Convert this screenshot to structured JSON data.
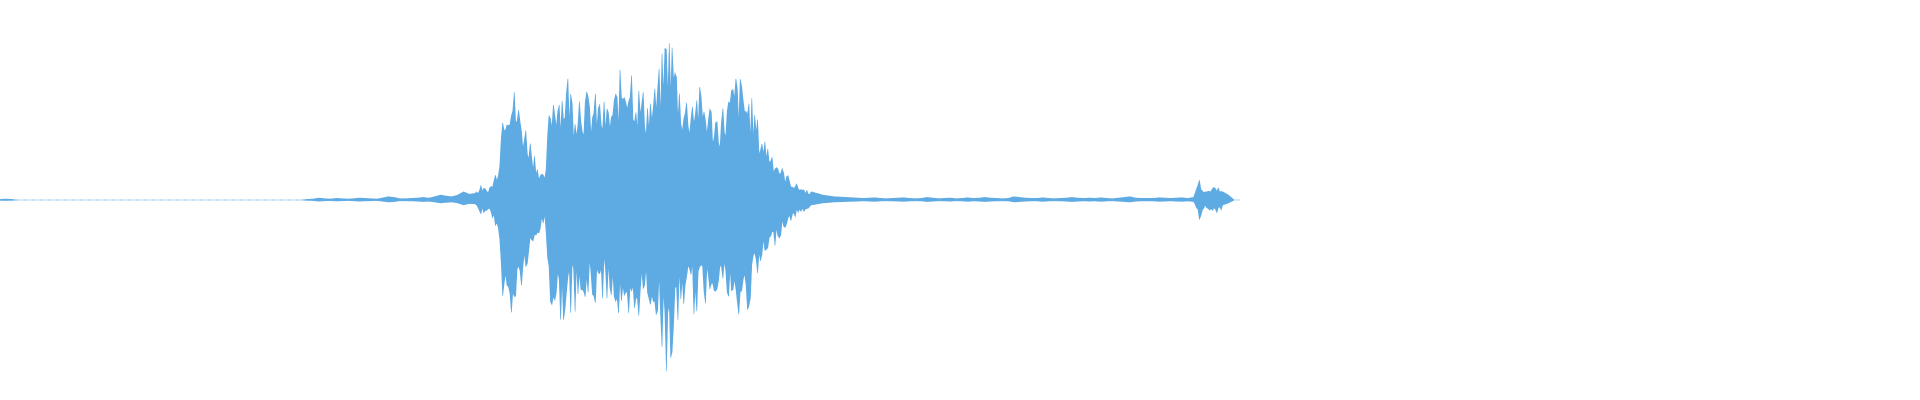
{
  "waveform": {
    "color": "#5eaae2",
    "background": "#ffffff",
    "envelope": [
      0.004,
      0.006,
      0.004,
      0.0,
      0.0,
      0.0,
      0.0,
      0.0,
      0.0,
      0.0,
      0.0,
      0.0,
      0.0,
      0.0,
      0.0,
      0.0,
      0.0,
      0.0,
      0.0,
      0.0,
      0.0,
      0.0,
      0.0,
      0.0,
      0.0,
      0.0,
      0.0,
      0.0,
      0.0,
      0.0,
      0.0,
      0.0,
      0.0,
      0.0,
      0.0,
      0.0,
      0.0,
      0.0,
      0.0,
      0.0,
      0.0,
      0.0,
      0.0,
      0.0,
      0.0,
      0.0,
      0.0,
      0.0,
      0.0,
      0.0,
      0.0,
      0.0,
      0.0,
      0.004,
      0.006,
      0.012,
      0.008,
      0.006,
      0.01,
      0.008,
      0.006,
      0.008,
      0.012,
      0.01,
      0.008,
      0.006,
      0.012,
      0.02,
      0.016,
      0.008,
      0.008,
      0.01,
      0.012,
      0.016,
      0.012,
      0.02,
      0.03,
      0.024,
      0.02,
      0.03,
      0.05,
      0.035,
      0.04,
      0.08,
      0.06,
      0.1,
      0.22,
      0.65,
      0.7,
      0.6,
      0.5,
      0.4,
      0.3,
      0.2,
      0.12,
      0.62,
      0.68,
      0.66,
      0.72,
      0.6,
      0.66,
      0.62,
      0.58,
      0.6,
      0.56,
      0.54,
      0.6,
      0.72,
      0.82,
      0.8,
      0.66,
      0.62,
      0.6,
      0.64,
      0.76,
      0.98,
      0.92,
      0.72,
      0.6,
      0.6,
      0.66,
      0.62,
      0.58,
      0.52,
      0.5,
      0.55,
      0.62,
      0.72,
      0.68,
      0.62,
      0.55,
      0.42,
      0.36,
      0.3,
      0.24,
      0.18,
      0.14,
      0.1,
      0.08,
      0.06,
      0.05,
      0.04,
      0.03,
      0.025,
      0.02,
      0.018,
      0.016,
      0.014,
      0.012,
      0.01,
      0.012,
      0.014,
      0.01,
      0.008,
      0.01,
      0.012,
      0.014,
      0.01,
      0.008,
      0.01,
      0.016,
      0.012,
      0.008,
      0.01,
      0.012,
      0.008,
      0.01,
      0.014,
      0.01,
      0.012,
      0.016,
      0.012,
      0.01,
      0.008,
      0.01,
      0.02,
      0.016,
      0.012,
      0.01,
      0.01,
      0.014,
      0.01,
      0.008,
      0.01,
      0.012,
      0.016,
      0.012,
      0.01,
      0.012,
      0.01,
      0.014,
      0.01,
      0.008,
      0.012,
      0.016,
      0.02,
      0.012,
      0.01,
      0.01,
      0.01,
      0.014,
      0.012,
      0.01,
      0.012,
      0.014,
      0.01,
      0.016,
      0.12,
      0.05,
      0.06,
      0.08,
      0.05,
      0.03,
      0.0,
      0.0
    ]
  }
}
